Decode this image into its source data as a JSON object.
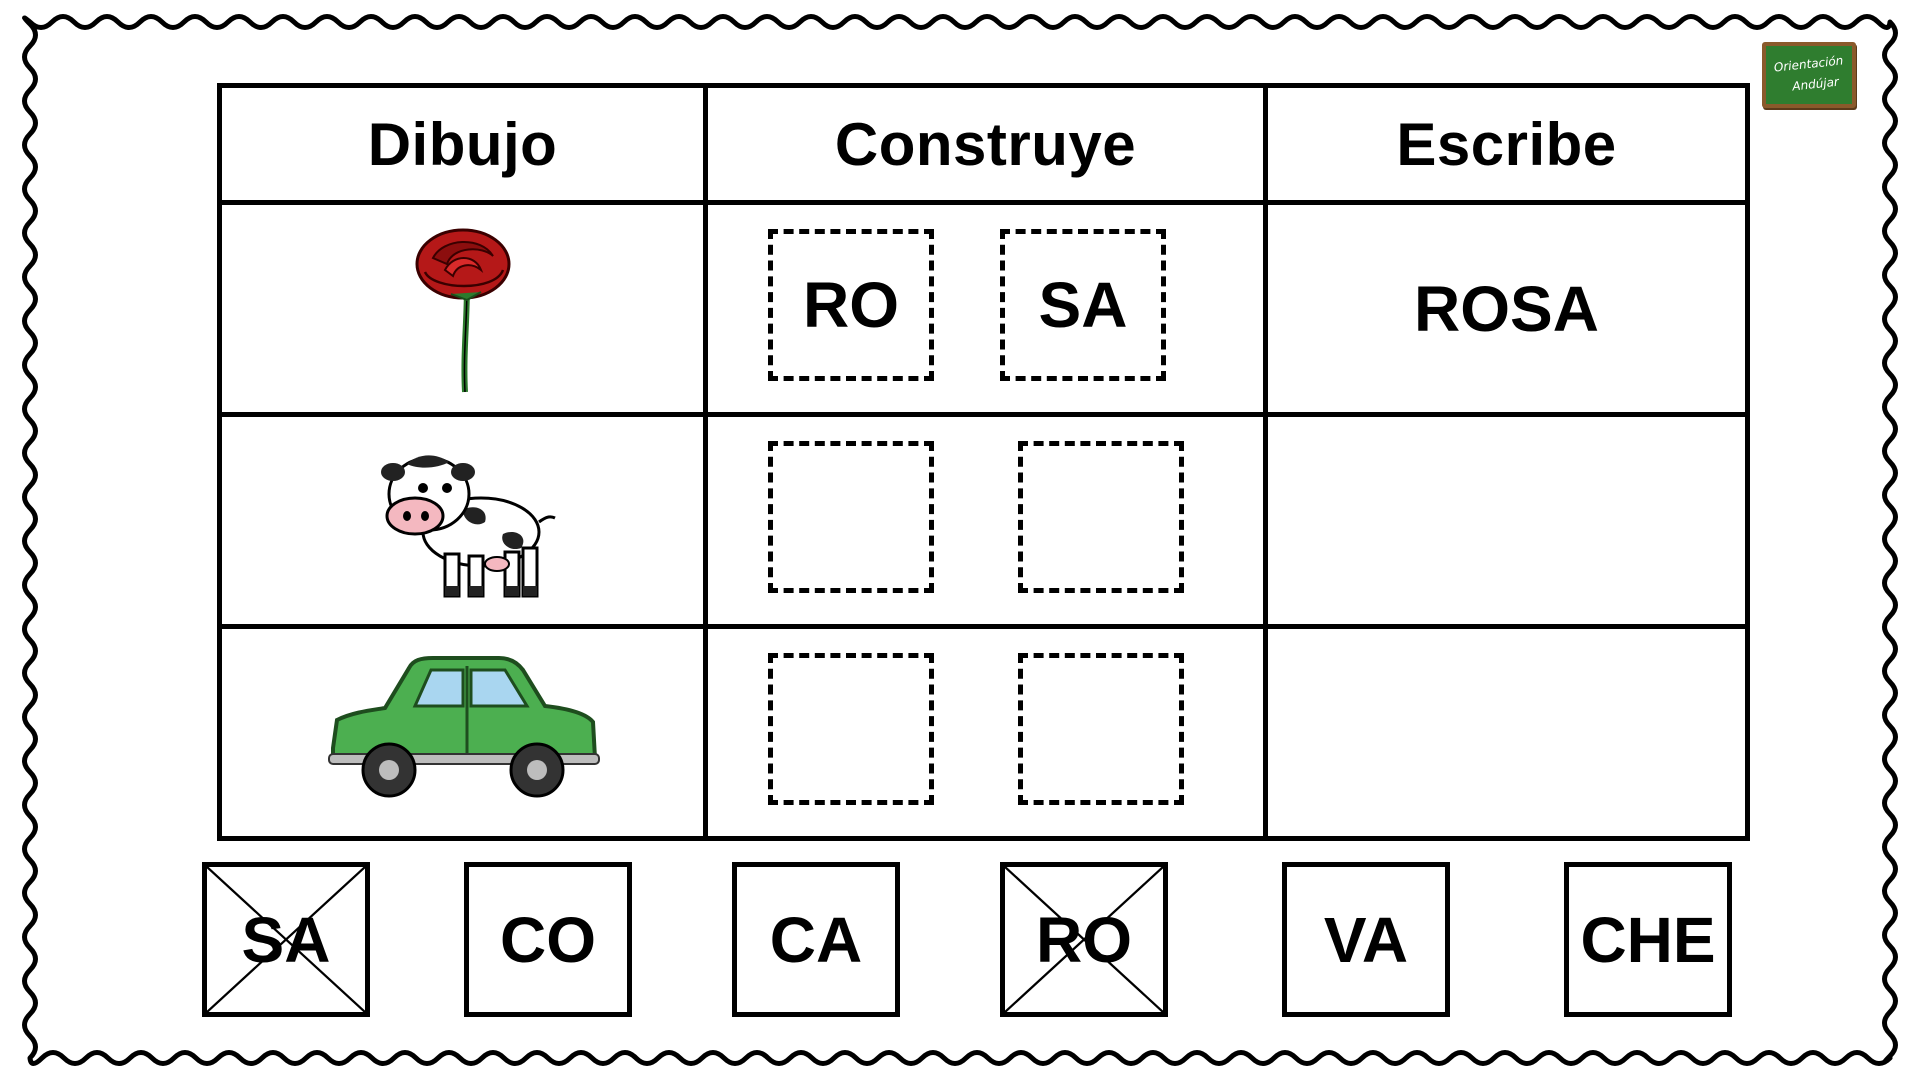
{
  "logo": {
    "line1": "Orientación",
    "line2": "Andújar"
  },
  "table": {
    "headers": [
      "Dibujo",
      "Construye",
      "Escribe"
    ],
    "rows": [
      {
        "picture": "rose-picture",
        "syllables": [
          "RO",
          "SA"
        ],
        "word": "ROSA"
      },
      {
        "picture": "cow-picture",
        "syllables": [
          "",
          ""
        ],
        "word": ""
      },
      {
        "picture": "car-picture",
        "syllables": [
          "",
          ""
        ],
        "word": ""
      }
    ]
  },
  "cards": [
    {
      "label": "SA",
      "crossed": true
    },
    {
      "label": "CO",
      "crossed": false
    },
    {
      "label": "CA",
      "crossed": false
    },
    {
      "label": "RO",
      "crossed": true
    },
    {
      "label": "VA",
      "crossed": false
    },
    {
      "label": "CHE",
      "crossed": false
    }
  ]
}
